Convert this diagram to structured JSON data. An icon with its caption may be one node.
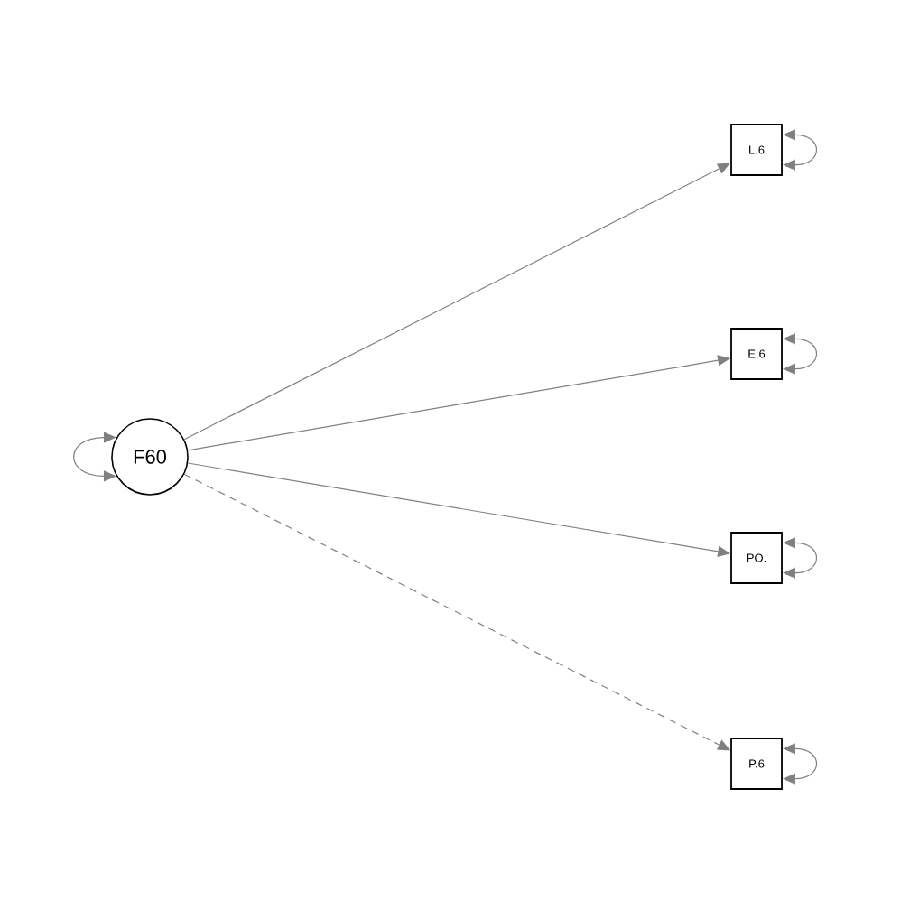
{
  "diagram": {
    "nodes": [
      {
        "text": [
          "F60"
        ]
      },
      {
        "text": [
          "L.6"
        ]
      },
      {
        "text": [
          "E.6"
        ]
      },
      {
        "text": [
          "PO."
        ]
      },
      {
        "text": [
          "P.6"
        ]
      }
    ],
    "edges": [
      {
        "from": 0,
        "to": 0,
        "arrow": "both"
      },
      {
        "from": 0,
        "to": 1,
        "arrow": "to"
      },
      {
        "from": 0,
        "to": 2,
        "arrow": "to"
      },
      {
        "from": 0,
        "to": 3,
        "arrow": "to"
      },
      {
        "from": 0,
        "to": 4,
        "arrow": "to",
        "style": "dashed"
      },
      {
        "from": 1,
        "to": 1,
        "arrow": "both"
      },
      {
        "from": 2,
        "to": 2,
        "arrow": "both"
      },
      {
        "from": 3,
        "to": 3,
        "arrow": "both"
      },
      {
        "from": 4,
        "to": 4,
        "arrow": "both"
      }
    ]
  }
}
